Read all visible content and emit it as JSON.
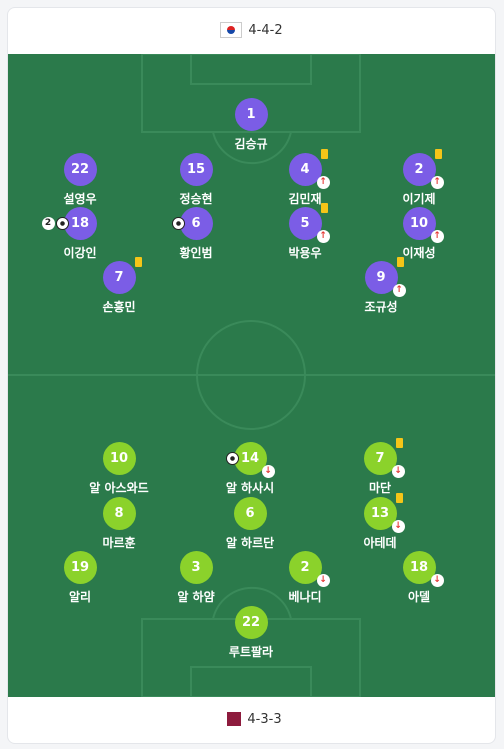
{
  "home": {
    "formation": "4-4-2",
    "flag_icon": "south-korea-flag-icon",
    "color": "#7b5de6",
    "players": [
      {
        "number": "1",
        "name": "김승규"
      },
      {
        "number": "22",
        "name": "설영우"
      },
      {
        "number": "15",
        "name": "정승현"
      },
      {
        "number": "4",
        "name": "김민재",
        "yellow_card": true,
        "substituted": true
      },
      {
        "number": "2",
        "name": "이기제",
        "yellow_card": true,
        "substituted": true
      },
      {
        "number": "18",
        "name": "이강인",
        "goals": 2
      },
      {
        "number": "6",
        "name": "황인범",
        "goals": 1
      },
      {
        "number": "5",
        "name": "박용우",
        "yellow_card": true,
        "substituted": true
      },
      {
        "number": "10",
        "name": "이재성",
        "substituted": true
      },
      {
        "number": "7",
        "name": "손흥민",
        "yellow_card": true
      },
      {
        "number": "9",
        "name": "조규성",
        "yellow_card": true,
        "substituted": true
      }
    ]
  },
  "away": {
    "formation": "4-3-3",
    "flag_icon": "qatar-flag-icon",
    "color": "#8bd22b",
    "players": [
      {
        "number": "10",
        "name": "알 아스와드"
      },
      {
        "number": "14",
        "name": "알 하사시",
        "goals": 1,
        "substituted": true
      },
      {
        "number": "7",
        "name": "마단",
        "yellow_card": true,
        "substituted": true
      },
      {
        "number": "8",
        "name": "마르훈"
      },
      {
        "number": "6",
        "name": "알 하르단"
      },
      {
        "number": "13",
        "name": "아테데",
        "yellow_card": true,
        "substituted": true
      },
      {
        "number": "19",
        "name": "알리"
      },
      {
        "number": "3",
        "name": "알 하얌"
      },
      {
        "number": "2",
        "name": "베나디",
        "substituted": true
      },
      {
        "number": "18",
        "name": "아델",
        "substituted": true
      },
      {
        "number": "22",
        "name": "루트팔라"
      }
    ]
  },
  "icons": {
    "yellow_card": "yellow-card-icon",
    "sub_up": "substitution-up-arrow-icon",
    "sub_down": "substitution-down-arrow-icon",
    "goal": "soccer-ball-icon"
  }
}
